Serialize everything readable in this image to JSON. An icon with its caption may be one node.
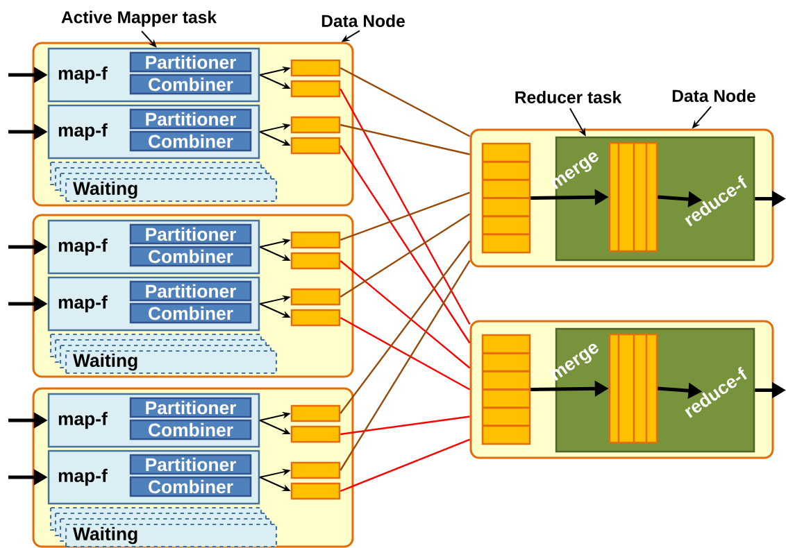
{
  "diagram": {
    "nodes": [
      {
        "text": [
          "Active Mapper task"
        ]
      },
      {
        "text": [
          "Data Node"
        ]
      },
      {
        "text": [
          "Reducer task"
        ]
      },
      {
        "text": [
          "Data Node"
        ]
      },
      {
        "text": [],
        "shape": "box"
      },
      {
        "text": [
          "map-f"
        ],
        "in": 4
      },
      {
        "text": [
          "Partitioner"
        ],
        "in": 5
      },
      {
        "text": [
          "Combiner"
        ],
        "in": 5
      },
      {
        "text": [
          "map-f"
        ],
        "in": 4
      },
      {
        "text": [
          "Partitioner"
        ],
        "in": 8
      },
      {
        "text": [
          "Combiner"
        ],
        "in": 8
      },
      {
        "text": [
          "Waiting"
        ],
        "in": 4
      },
      {
        "text": [],
        "shape": "box",
        "in": 4
      },
      {
        "text": [],
        "shape": "box",
        "in": 4
      },
      {
        "text": [],
        "shape": "box",
        "in": 4
      },
      {
        "text": [],
        "shape": "box",
        "in": 4
      },
      {
        "text": [],
        "shape": "box"
      },
      {
        "text": [
          "map-f"
        ],
        "in": 16
      },
      {
        "text": [
          "Partitioner"
        ],
        "in": 17
      },
      {
        "text": [
          "Combiner"
        ],
        "in": 17
      },
      {
        "text": [
          "map-f"
        ],
        "in": 16
      },
      {
        "text": [
          "Partitioner"
        ],
        "in": 20
      },
      {
        "text": [
          "Combiner"
        ],
        "in": 20
      },
      {
        "text": [
          "Waiting"
        ],
        "in": 16
      },
      {
        "text": [],
        "shape": "box",
        "in": 16
      },
      {
        "text": [],
        "shape": "box",
        "in": 16
      },
      {
        "text": [],
        "shape": "box",
        "in": 16
      },
      {
        "text": [],
        "shape": "box",
        "in": 16
      },
      {
        "text": [],
        "shape": "box"
      },
      {
        "text": [
          "map-f"
        ],
        "in": 28
      },
      {
        "text": [
          "Partitioner"
        ],
        "in": 29
      },
      {
        "text": [
          "Combiner"
        ],
        "in": 29
      },
      {
        "text": [
          "map-f"
        ],
        "in": 28
      },
      {
        "text": [
          "Partitioner"
        ],
        "in": 32
      },
      {
        "text": [
          "Combiner"
        ],
        "in": 32
      },
      {
        "text": [
          "Waiting"
        ],
        "in": 28
      },
      {
        "text": [],
        "shape": "box",
        "in": 28
      },
      {
        "text": [],
        "shape": "box",
        "in": 28
      },
      {
        "text": [],
        "shape": "box",
        "in": 28
      },
      {
        "text": [],
        "shape": "box",
        "in": 28
      },
      {
        "text": [],
        "shape": "box"
      },
      {
        "text": [],
        "shape": "box",
        "in": 40
      },
      {
        "text": [],
        "shape": "box",
        "in": 40
      },
      {
        "text": [],
        "shape": "box",
        "in": 42
      },
      {
        "text": [
          "reduce-f"
        ],
        "in": 42
      },
      {
        "text": [],
        "shape": "box"
      },
      {
        "text": [],
        "shape": "box",
        "in": 45
      },
      {
        "text": [],
        "shape": "box",
        "in": 45
      },
      {
        "text": [],
        "shape": "box",
        "in": 47
      },
      {
        "text": [
          "reduce-f"
        ],
        "in": 47
      }
    ],
    "edges": [
      {
        "from": 0,
        "to": 5,
        "arrow": "to"
      },
      {
        "from": 1,
        "to": 4,
        "arrow": "to"
      },
      {
        "from": 2,
        "to": 42,
        "arrow": "to"
      },
      {
        "from": 3,
        "to": 40,
        "arrow": "to"
      },
      {
        "from": null,
        "to": 5,
        "arrow": "to",
        "style": "thick"
      },
      {
        "from": null,
        "to": 8,
        "arrow": "to",
        "style": "thick"
      },
      {
        "from": null,
        "to": 17,
        "arrow": "to",
        "style": "thick"
      },
      {
        "from": null,
        "to": 20,
        "arrow": "to",
        "style": "thick"
      },
      {
        "from": null,
        "to": 29,
        "arrow": "to",
        "style": "thick"
      },
      {
        "from": null,
        "to": 32,
        "arrow": "to",
        "style": "thick"
      },
      {
        "from": 5,
        "to": 12,
        "arrow": "to"
      },
      {
        "from": 5,
        "to": 13,
        "arrow": "to"
      },
      {
        "from": 8,
        "to": 14,
        "arrow": "to"
      },
      {
        "from": 8,
        "to": 15,
        "arrow": "to"
      },
      {
        "from": 17,
        "to": 24,
        "arrow": "to"
      },
      {
        "from": 17,
        "to": 25,
        "arrow": "to"
      },
      {
        "from": 20,
        "to": 26,
        "arrow": "to"
      },
      {
        "from": 20,
        "to": 27,
        "arrow": "to"
      },
      {
        "from": 29,
        "to": 36,
        "arrow": "to"
      },
      {
        "from": 29,
        "to": 37,
        "arrow": "to"
      },
      {
        "from": 32,
        "to": 38,
        "arrow": "to"
      },
      {
        "from": 32,
        "to": 39,
        "arrow": "to"
      },
      {
        "from": 12,
        "to": 40,
        "arrow": "none",
        "color": "#984807"
      },
      {
        "from": 13,
        "to": 45,
        "arrow": "none",
        "color": "#ff0000"
      },
      {
        "from": 14,
        "to": 40,
        "arrow": "none",
        "color": "#984807"
      },
      {
        "from": 15,
        "to": 45,
        "arrow": "none",
        "color": "#ff0000"
      },
      {
        "from": 24,
        "to": 40,
        "arrow": "none",
        "color": "#984807"
      },
      {
        "from": 25,
        "to": 45,
        "arrow": "none",
        "color": "#ff0000"
      },
      {
        "from": 26,
        "to": 40,
        "arrow": "none",
        "color": "#984807"
      },
      {
        "from": 27,
        "to": 45,
        "arrow": "none",
        "color": "#ff0000"
      },
      {
        "from": 36,
        "to": 40,
        "arrow": "none",
        "color": "#984807"
      },
      {
        "from": 37,
        "to": 45,
        "arrow": "none",
        "color": "#ff0000"
      },
      {
        "from": 38,
        "to": 40,
        "arrow": "none",
        "color": "#984807"
      },
      {
        "from": 39,
        "to": 45,
        "arrow": "none",
        "color": "#ff0000"
      },
      {
        "from": 41,
        "to": 43,
        "arrow": "to",
        "style": "thick",
        "label": "merge"
      },
      {
        "from": 43,
        "to": 44,
        "arrow": "to",
        "style": "thick"
      },
      {
        "from": 42,
        "to": null,
        "arrow": "to",
        "style": "thick"
      },
      {
        "from": 46,
        "to": 48,
        "arrow": "to",
        "style": "thick",
        "label": "merge"
      },
      {
        "from": 48,
        "to": 49,
        "arrow": "to",
        "style": "thick"
      },
      {
        "from": 47,
        "to": null,
        "arrow": "to",
        "style": "thick"
      }
    ]
  }
}
